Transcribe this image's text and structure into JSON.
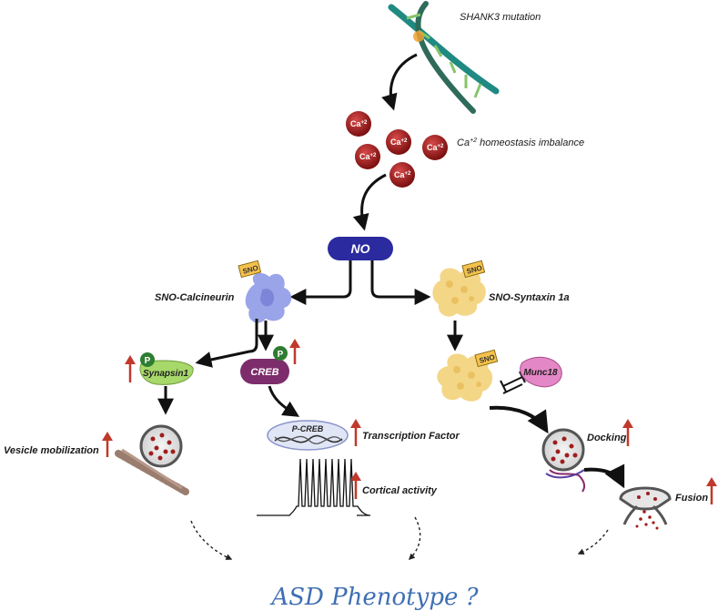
{
  "labels": {
    "shank3": "SHANK3 mutation",
    "ca_imbalance": "homeostasis imbalance",
    "ca_prefix": "Ca",
    "ca_sup": "+2",
    "ion_base": "Ca",
    "ion_sup": "+2",
    "no": "NO",
    "sno_calcineurin": "SNO-Calcineurin",
    "sno_syntaxin": "SNO-Syntaxin 1a",
    "sno_tag": "SNO",
    "p_tag": "P",
    "synapsin": "Synapsin1",
    "creb": "CREB",
    "pcreb": "P-CREB",
    "transcription": "Transcription Factor",
    "cortical": "Cortical activity",
    "vesicle_mob": "Vesicle mobilization",
    "munc18": "Munc18",
    "docking": "Docking",
    "fusion": "Fusion",
    "phenotype": "ASD Phenotype ?"
  },
  "colors": {
    "ca_ion": "#a01c1c",
    "no_box": "#2b2a9e",
    "increase_arrow": "#c0392b",
    "calcineurin": "#8f9ae6",
    "syntaxin": "#f3d27a",
    "synapsin": "#a6d86a",
    "creb": "#7d2d6b",
    "munc18": "#e487c6",
    "dna_teal": "#1f8a82",
    "title": "#3f6fb3"
  }
}
